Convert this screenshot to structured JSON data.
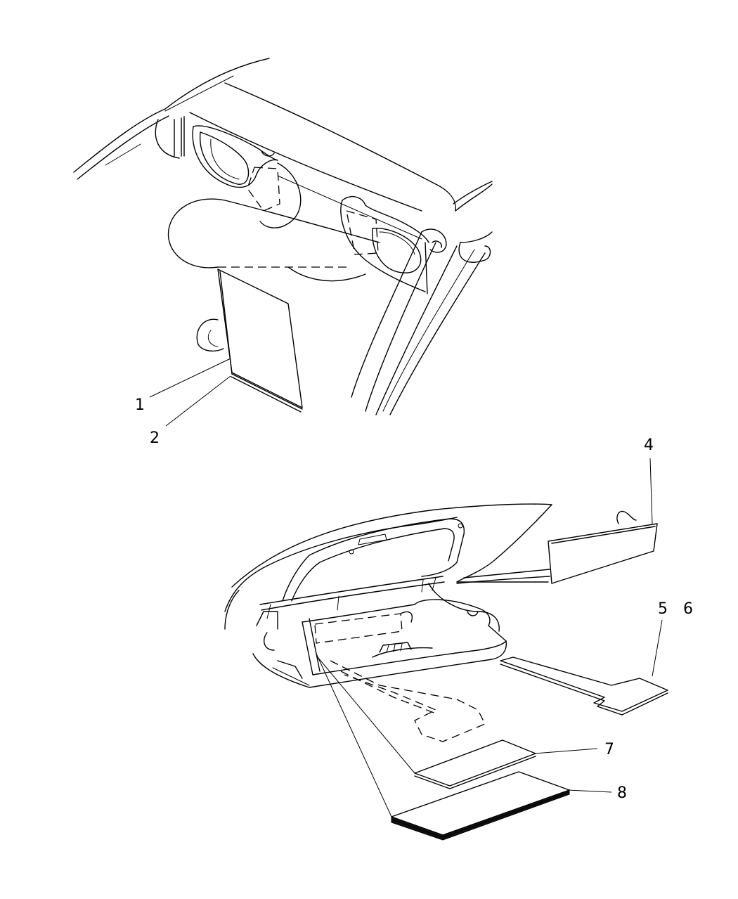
{
  "callouts": [
    {
      "id": "1",
      "label": "1"
    },
    {
      "id": "2",
      "label": "2"
    },
    {
      "id": "4",
      "label": "4"
    },
    {
      "id": "5",
      "label": "5"
    },
    {
      "id": "6",
      "label": "6"
    },
    {
      "id": "7",
      "label": "7"
    },
    {
      "id": "8",
      "label": "8"
    }
  ]
}
